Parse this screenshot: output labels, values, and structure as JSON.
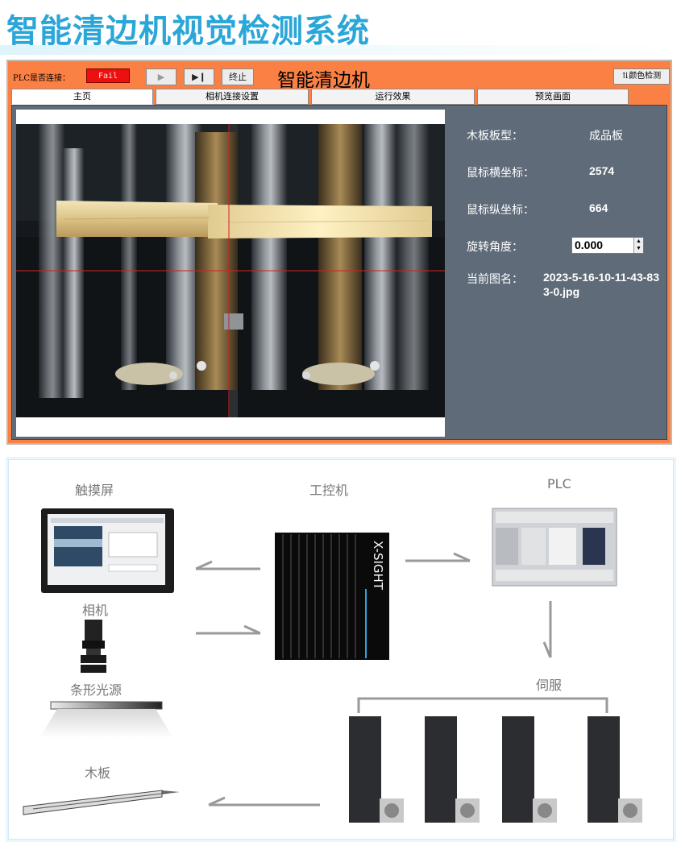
{
  "page_title": "智能清边机视觉检测系统",
  "app": {
    "plc_label": "PLC是否连接：",
    "plc_status": "Fail",
    "play_icon": "play-icon",
    "step_icon": "step-forward-icon",
    "stop_label": "终止",
    "title": "智能清边机",
    "color_check_label": "颜色检测",
    "tabs": [
      {
        "label": "主页",
        "active": true
      },
      {
        "label": "相机连接设置",
        "active": false
      },
      {
        "label": "运行效果",
        "active": false
      },
      {
        "label": "预览画面",
        "active": false
      }
    ],
    "info": {
      "board_type_label": "木板板型：",
      "board_type_value": "成品板",
      "mouse_x_label": "鼠标横坐标：",
      "mouse_x_value": "2574",
      "mouse_y_label": "鼠标纵坐标：",
      "mouse_y_value": "664",
      "rotation_label": "旋转角度：",
      "rotation_value": "0.000",
      "image_name_label": "当前图名：",
      "image_name_value": "2023-5-16-10-11-43-833-0.jpg"
    }
  },
  "diagram": {
    "touchscreen": "触摸屏",
    "ipc": "工控机",
    "plc": "PLC",
    "camera": "相机",
    "light": "条形光源",
    "servo": "伺服",
    "board": "木板",
    "ipc_brand": "X-SIGHT"
  },
  "colors": {
    "title": "#2aa7d8",
    "app_frame": "#fb8044",
    "panel": "#5f6b79",
    "fail": "#ee1010"
  }
}
